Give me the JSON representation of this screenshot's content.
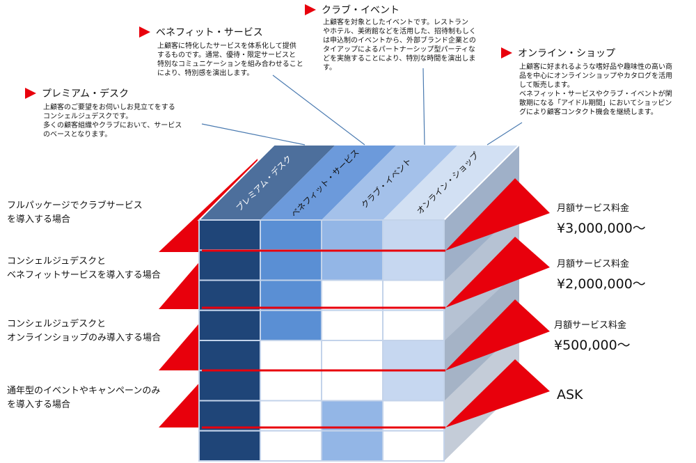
{
  "callouts": [
    {
      "title": "クラブ・イベント",
      "desc": "上顧客を対象としたイベントです。レストラン\nやホテル、美術館などを活用した、招待制もしく\nは申込制のイベントから、外部ブランド企業との\nタイアップによるパートナーシップ型パーティな\nどを実施することにより、特別な時間を演出しま\nす。"
    },
    {
      "title": "ベネフィット・サービス",
      "desc": "上顧客に特化したサービスを体系化して提供\nするものです。通常、優待・限定サービスと\n特別なコミュニケーションを組み合わせること\nにより、特別感を演出します。"
    },
    {
      "title": "オンライン・ショップ",
      "desc": "上顧客に好まれるような嗜好品や趣味性の高い商\n品を中心にオンラインショップやカタログを活用\nして販売します。\nベネフィット・サービスやクラブ・イベントが閑\n散期になる「アイドル期間」においてショッピン\nグにより顧客コンタクト機会を継続します。"
    },
    {
      "title": "プレミアム・デスク",
      "desc": "上顧客のご要望をお伺いしお見立てをする\nコンシェルジュデスクです。\n多くの顧客組織やクラブにおいて、サービス\nのベースとなります。"
    }
  ],
  "columns": [
    "プレミアム・デスク",
    "ベネフィット・サービス",
    "クラブ・イベント",
    "オンライン・ショップ"
  ],
  "rows": [
    {
      "label": "フルパッケージでクラブサービス\nを導入する場合"
    },
    {
      "label": "コンシェルジュデスクと\nベネフィットサービスを導入する場合"
    },
    {
      "label": "コンシェルジュデスクと\nオンラインショップのみ導入する場合"
    },
    {
      "label": "通年型のイベントやキャンペーンのみ\nを導入する場合"
    }
  ],
  "prices": [
    {
      "label": "月額サービス料金",
      "value": "¥3,000,000～"
    },
    {
      "label": "月額サービス料金",
      "value": "¥2,000,000～"
    },
    {
      "label": "月額サービス料金",
      "value": "¥500,000～"
    }
  ],
  "ask": "ASK",
  "colors": {
    "accent": "#e8000c",
    "col1": "#1f4578",
    "col2": "#5a8fd4",
    "col3": "#93b6e6",
    "col4": "#c6d7f0",
    "line": "#4a7ab0"
  }
}
